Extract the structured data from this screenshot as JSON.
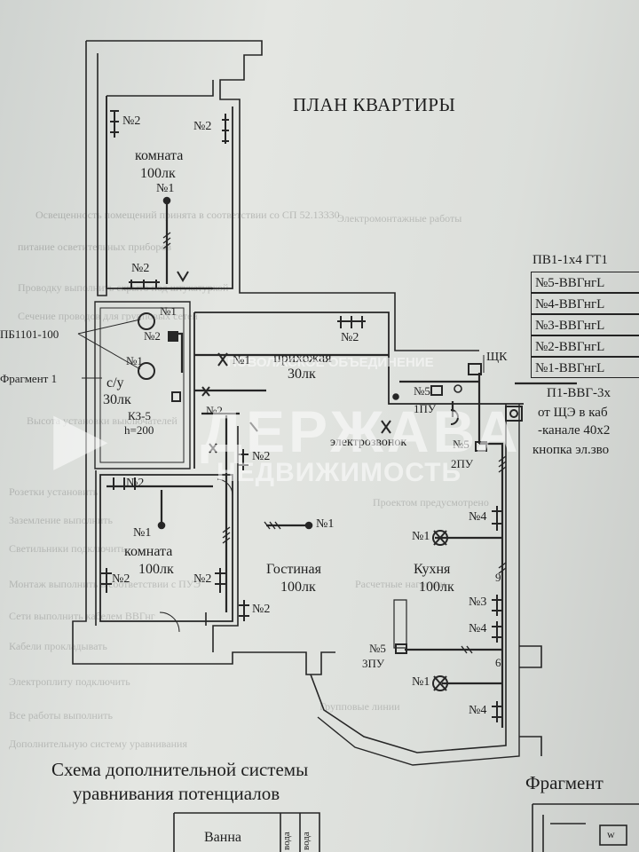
{
  "title": "ПЛАН КВАРТИРЫ",
  "rooms": {
    "room_top": {
      "name": "комната",
      "lux": "100лк"
    },
    "room_bottom": {
      "name": "комната",
      "lux": "100лк"
    },
    "hall": {
      "name": "прихожая",
      "lux": "30лк"
    },
    "bath": {
      "name": "с/у",
      "lux": "30лк"
    },
    "living": {
      "name": "Гостиная",
      "lux": "100лк"
    },
    "kitchen": {
      "name": "Кухня",
      "lux": "100лк"
    }
  },
  "marks": {
    "n1": "№1",
    "n2": "№2",
    "n3": "№3",
    "n4": "№4",
    "n5": "№5",
    "pu1": "1ПУ",
    "pu2": "2ПУ",
    "pu3": "3ПУ",
    "kz": "КЗ-5",
    "h": "h=200",
    "pb": "ПБ1101-100",
    "fragment_ref": "Фрагмент 1",
    "bell": "электрозвонок",
    "shk": "ЩК",
    "n9": "9",
    "n6": "6"
  },
  "legend": {
    "header": "ПВ1-1х4 ГТ1",
    "rows": [
      "№5-ВВГнгL",
      "№4-ВВГнгL",
      "№3-ВВГнгL",
      "№2-ВВГнгL",
      "№1-ВВГнгL"
    ],
    "feed_lines": [
      "П1-ВВГ-3х",
      "от ЩЭ в каб",
      "-канале 40х2"
    ],
    "button": "кнопка эл.зво"
  },
  "watermark": {
    "top": "ПОВОЛЖСКОЕ ОБЪЕДИНЕНИЕ",
    "main": "ДЕРЖАВА",
    "sub": "НЕДВИЖИМОСТЬ"
  },
  "bottom": {
    "scheme_line1": "Схема дополнительной системы",
    "scheme_line2": "уравнивания потенциалов",
    "fragment": "Фрагмент",
    "bath": "Ванна",
    "col1": "вода",
    "col2": "вода"
  },
  "background_text": [
    "Освещенность помещений принята в соответствии со СП 52.13330",
    "питание осветительных приборов",
    "Проводку выполнить скрыто под штукатуркой",
    "Сечение проводов для групповых сетей",
    "Высота установки выключателей",
    "Розетки установить",
    "Заземление выполнить",
    "Светильники подключить",
    "Монтаж выполнить в соответствии с ПУЭ",
    "Сети выполнить кабелем ВВГнг",
    "Кабели прокладывать",
    "Электроплиту подключить",
    "Все работы выполнить",
    "Дополнительную систему уравнивания",
    "Групповые линии",
    "Электромонтажные работы",
    "Расчетные нагрузки",
    "Проектом предусмотрено"
  ]
}
